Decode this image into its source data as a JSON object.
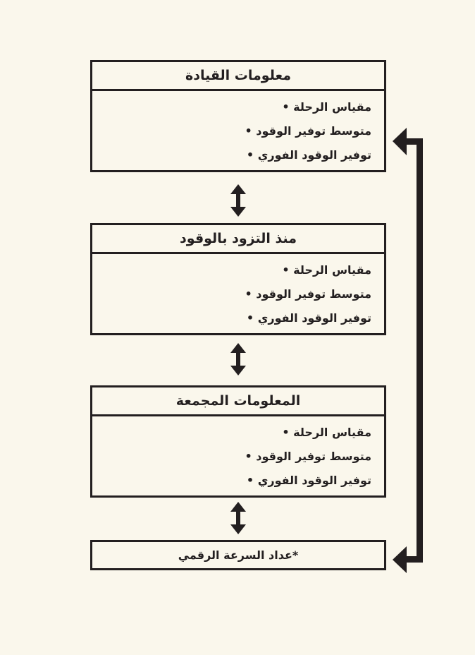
{
  "boxes": [
    {
      "title": "معلومات القيادة",
      "items": [
        "مقياس الرحلة",
        "متوسط توفير الوقود",
        "توفير الوقود الفوري"
      ]
    },
    {
      "title": "منذ التزود بالوقود",
      "items": [
        "مقياس الرحلة",
        "متوسط توفير الوقود",
        "توفير الوقود الفوري"
      ]
    },
    {
      "title": "المعلومات المجمعة",
      "items": [
        "مقياس الرحلة",
        "متوسط توفير الوقود",
        "توفير الوقود الفوري"
      ]
    }
  ],
  "digital_speedometer": "*عداد السرعة الرقمي"
}
